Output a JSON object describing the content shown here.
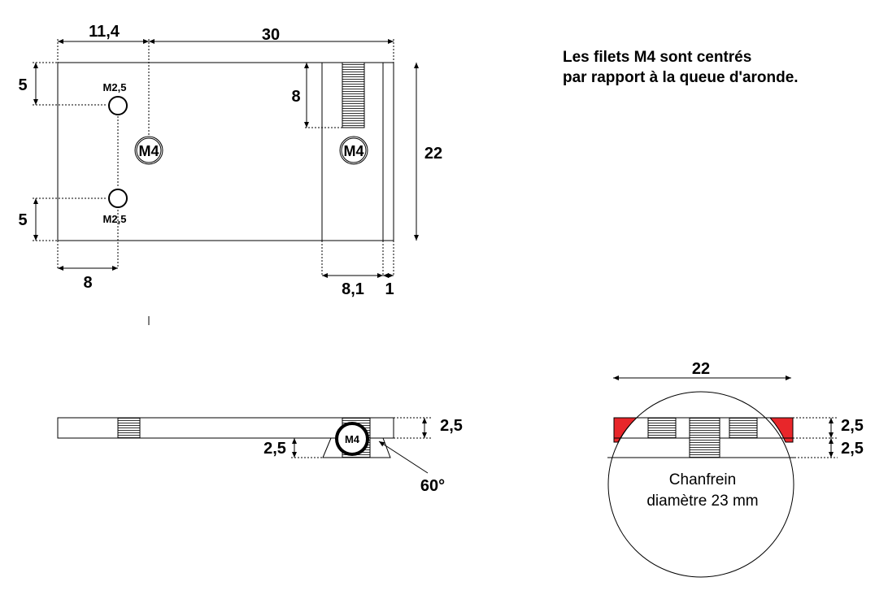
{
  "note": {
    "line1": "Les filets M4 sont centrés",
    "line2": "par rapport à la queue d'aronde."
  },
  "top_view": {
    "dim_width_left": "11,4",
    "dim_width_right": "30",
    "dim_hole_top": "5",
    "dim_hole_bottom": "5",
    "dim_hole_x": "8",
    "dim_thread_depth": "8",
    "dim_height": "22",
    "dim_dovetail": "8,1",
    "dim_edge": "1",
    "hole_label_top": "M2,5",
    "hole_label_bottom": "M2,5",
    "thread_label_left": "M4",
    "thread_label_right": "M4"
  },
  "side_view": {
    "dim_plate": "2,5",
    "dim_dovetail": "2,5",
    "thread_label": "M4",
    "angle": "60°"
  },
  "end_view": {
    "dim_width": "22",
    "dim_top": "2,5",
    "dim_bottom": "2,5",
    "chamfer_line1": "Chanfrein",
    "chamfer_line2": "diamètre 23 mm"
  },
  "colors": {
    "chamfer": "#e8262a",
    "line": "#000000"
  }
}
